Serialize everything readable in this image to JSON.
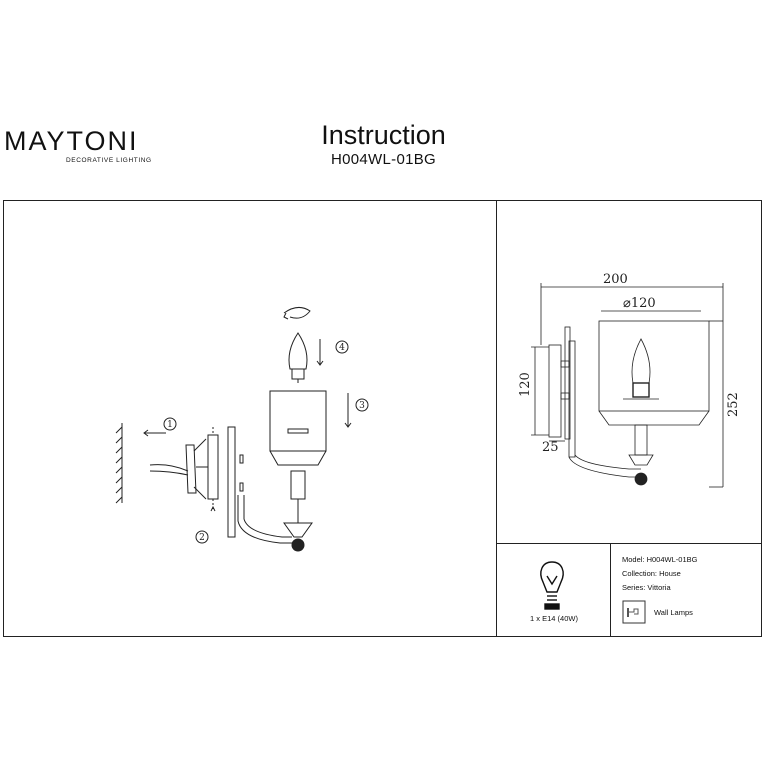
{
  "brand": {
    "name": "MAYTONI",
    "tagline": "DECORATIVE LIGHTING"
  },
  "header": {
    "title": "Instruction",
    "model": "H004WL-01BG"
  },
  "assembly": {
    "steps": [
      "1",
      "2",
      "3",
      "4"
    ]
  },
  "dimensions": {
    "width": "200",
    "diameter": "⌀120",
    "backplate_height": "120",
    "height": "252",
    "depth": "25"
  },
  "specs": {
    "bulb": "1 x E14 (40W)",
    "model": "Model: H004WL-01BG",
    "collection": "Collection: House",
    "series": "Series: Vittoria",
    "type": "Wall Lamps"
  }
}
